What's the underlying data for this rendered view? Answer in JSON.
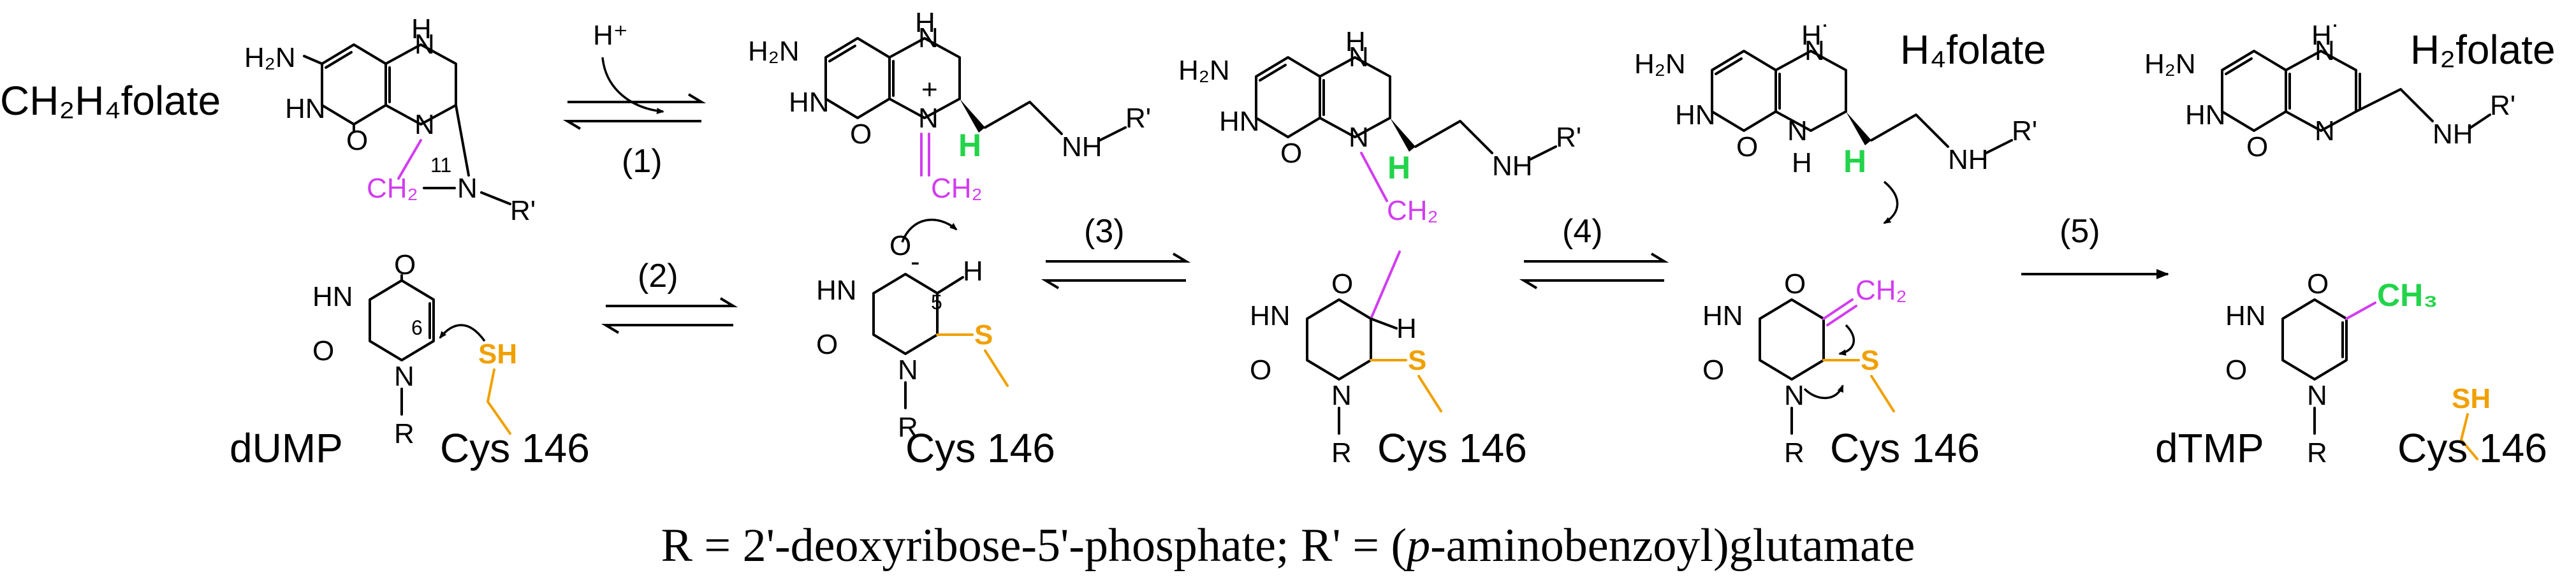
{
  "labels": {
    "ch2h4folate": "CH₂H₄folate",
    "h4folate": "H₄folate",
    "h2folate": "H₂folate",
    "dump": "dUMP",
    "dtmp": "dTMP",
    "cys146": "Cys 146"
  },
  "steps": [
    "(1)",
    "(2)",
    "(3)",
    "(4)",
    "(5)"
  ],
  "atoms": {
    "h2n": "H₂N",
    "hn": "HN",
    "nh": "NH",
    "n": "N",
    "h": "H",
    "o": "O",
    "r": "R",
    "rprime": "R'",
    "ch2": "CH₂",
    "ch3": "CH₃",
    "sh": "SH",
    "s": "S",
    "hplus": "H⁺",
    "plus": "+",
    "minus": "-",
    "n11": "11",
    "n6": "6",
    "n5": "5",
    "hdot": "H˙"
  },
  "colors": {
    "methylene": "#d23cf0",
    "cysteine": "#f0a000",
    "transferred_h": "#22d44a"
  },
  "footer": {
    "text_a": "R = 2'-deoxyribose-5'-phosphate; R' = (",
    "text_p": "p",
    "text_b": "-aminobenzoyl)glutamate"
  }
}
